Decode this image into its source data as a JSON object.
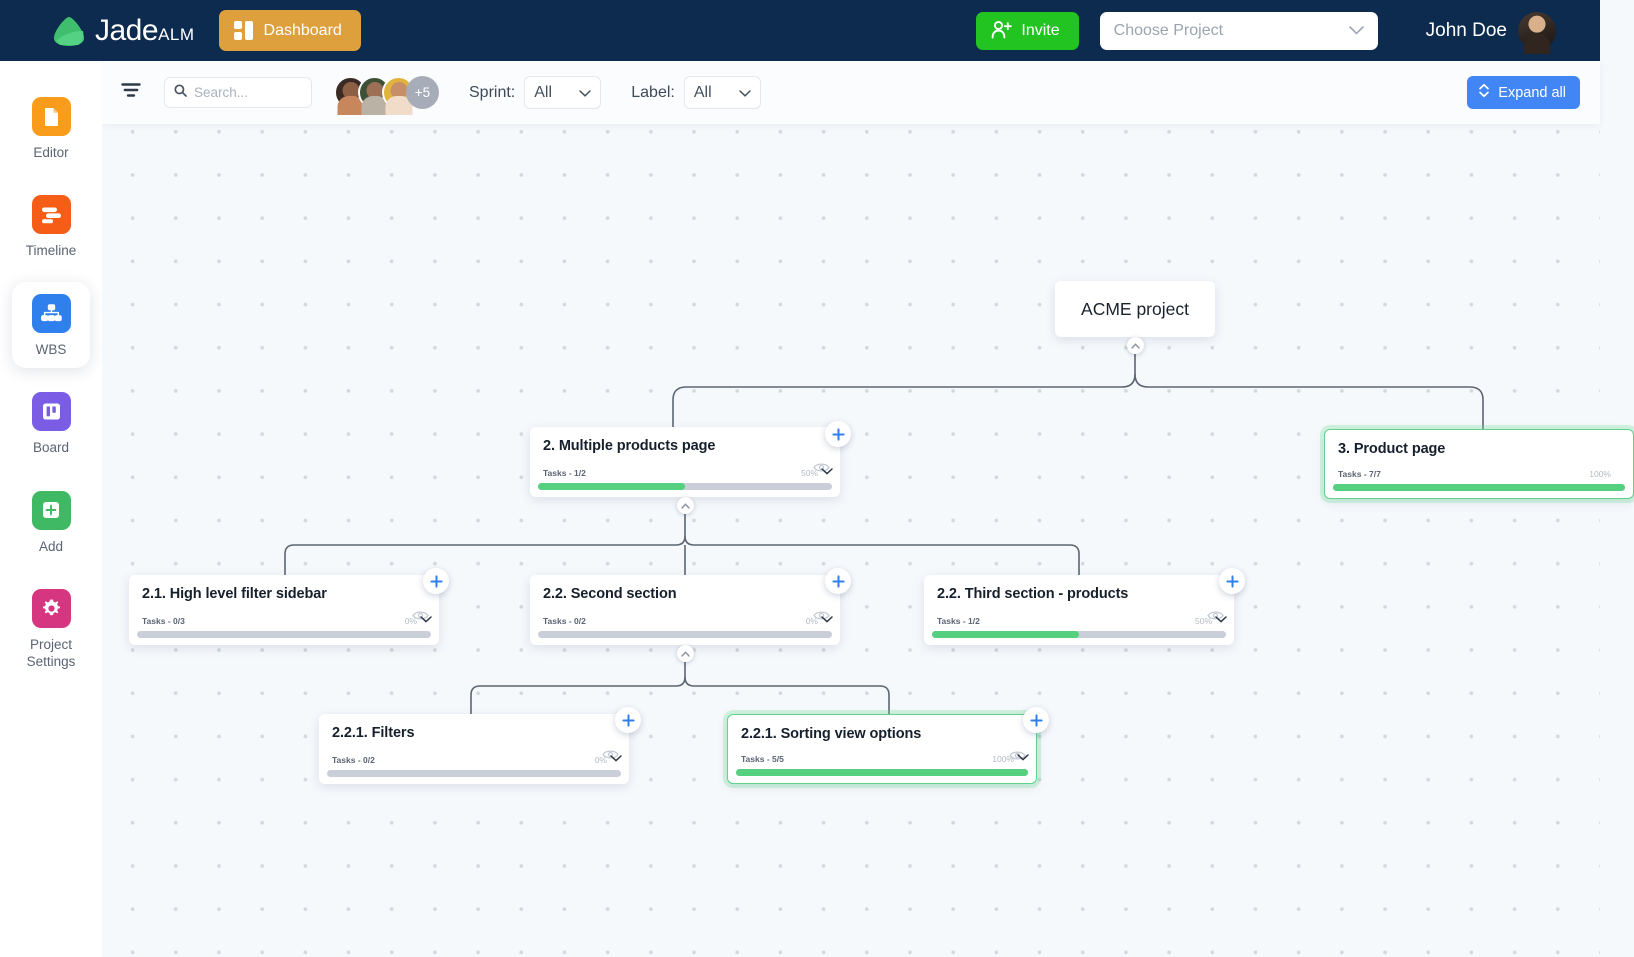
{
  "topbar": {
    "logo_text": "Jade",
    "logo_suffix": "ALM",
    "dashboard_label": "Dashboard",
    "dashboard_icon": "grid-icon",
    "invite_label": "Invite",
    "invite_icon": "user-plus-icon",
    "project_placeholder": "Choose Project",
    "user_name": "John Doe",
    "brand_navy": "#0d2b4e",
    "dashboard_amber": "#dda03c",
    "invite_green": "#22c422"
  },
  "sidebar": {
    "items": [
      {
        "label": "Editor",
        "icon": "document-icon",
        "color": "#f99c1c",
        "active": false
      },
      {
        "label": "Timeline",
        "icon": "timeline-icon",
        "color": "#f65d16",
        "active": false
      },
      {
        "label": "WBS",
        "icon": "hierarchy-icon",
        "color": "#2f80ed",
        "active": true
      },
      {
        "label": "Board",
        "icon": "board-icon",
        "color": "#7b5ce5",
        "active": false
      },
      {
        "label": "Add",
        "icon": "plus-square-icon",
        "color": "#3fb964",
        "active": false
      },
      {
        "label": "Project Settings",
        "icon": "gear-icon",
        "color": "#d6357f",
        "active": false
      }
    ]
  },
  "toolbar": {
    "filter_icon": "filter-icon",
    "search_placeholder": "Search...",
    "search_value": "",
    "search_icon": "search-icon",
    "avatars": [
      {
        "name": "avatar-1"
      },
      {
        "name": "avatar-2"
      },
      {
        "name": "avatar-3"
      }
    ],
    "avatar_overflow": "+5",
    "sprint_label": "Sprint:",
    "sprint_value": "All",
    "label_label": "Label:",
    "label_value": "All",
    "expand_label": "Expand all",
    "expand_icon": "chevron-expand-icon",
    "expand_color": "#4285f4"
  },
  "wbs": {
    "root": {
      "title": "ACME project"
    },
    "nodes": [
      {
        "id": "n2",
        "title": "2. Multiple products page",
        "tasks": "Tasks - 1/2",
        "percent": "50%",
        "progress": 50,
        "complete": false
      },
      {
        "id": "n3",
        "title": "3. Product page",
        "tasks": "Tasks - 7/7",
        "percent": "100%",
        "progress": 100,
        "complete": true
      },
      {
        "id": "n21",
        "title": "2.1. High level filter sidebar",
        "tasks": "Tasks - 0/3",
        "percent": "0%",
        "progress": 0,
        "complete": false
      },
      {
        "id": "n22",
        "title": "2.2. Second section",
        "tasks": "Tasks - 0/2",
        "percent": "0%",
        "progress": 0,
        "complete": false
      },
      {
        "id": "n23",
        "title": "2.2. Third section - products",
        "tasks": "Tasks - 1/2",
        "percent": "50%",
        "progress": 50,
        "complete": false
      },
      {
        "id": "n221",
        "title": "2.2.1. Filters",
        "tasks": "Tasks - 0/2",
        "percent": "0%",
        "progress": 0,
        "complete": false
      },
      {
        "id": "n222",
        "title": "2.2.1. Sorting view options",
        "tasks": "Tasks - 5/5",
        "percent": "100%",
        "progress": 100,
        "complete": true
      }
    ],
    "progress_green": "#55d07f",
    "progress_track": "#c9ced9",
    "add_icon": "plus-icon",
    "eye_icon": "eye-icon",
    "collapse_icon": "chevron-up-icon",
    "expand_node_icon": "chevron-down-icon"
  }
}
